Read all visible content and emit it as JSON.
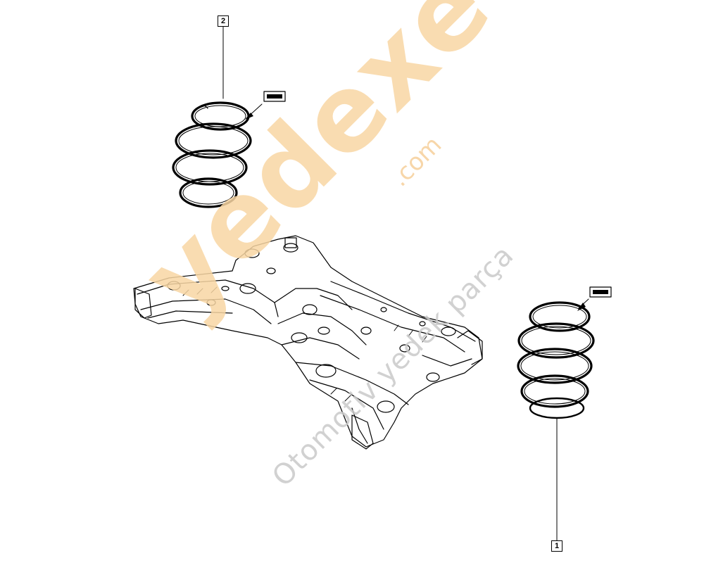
{
  "callouts": [
    {
      "id": "1",
      "label": "1"
    },
    {
      "id": "2",
      "label": "2"
    }
  ],
  "parts": {
    "rear_spring": "spring",
    "front_spring": "spring",
    "subframe": "subframe"
  },
  "watermark": {
    "brand": "yedexe",
    "domain": ".com",
    "tagline": "Otomotiv yedek parça",
    "brand_color": "#f9d7a4",
    "tagline_color": "#c9c9c9"
  }
}
